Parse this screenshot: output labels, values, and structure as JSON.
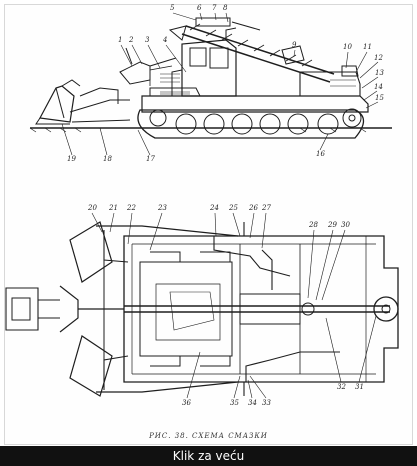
{
  "figure": {
    "caption": "РИС. 38. СХЕМА СМАЗКИ",
    "side_view_callouts": [
      "1",
      "2",
      "3",
      "4",
      "5",
      "6",
      "7",
      "8",
      "9",
      "10",
      "11",
      "12",
      "13",
      "14",
      "15",
      "16",
      "17",
      "18",
      "19"
    ],
    "plan_view_callouts": [
      "20",
      "21",
      "22",
      "23",
      "24",
      "25",
      "26",
      "27",
      "28",
      "29",
      "30",
      "31",
      "32",
      "33",
      "34",
      "35",
      "36"
    ]
  },
  "footer": {
    "link_label": "Klik za veću"
  },
  "colors": {
    "ink": "#1e1e1e",
    "paper": "#fefefe",
    "footer_bg": "#111111",
    "footer_text": "#ffffff"
  }
}
